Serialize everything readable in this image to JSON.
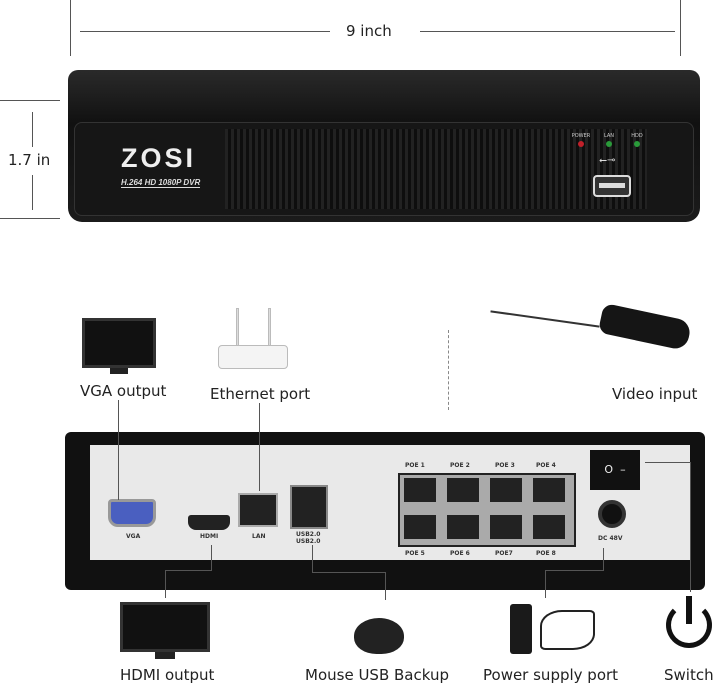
{
  "dimensions": {
    "width": "9 inch",
    "height": "1.7 in"
  },
  "front_panel": {
    "brand": "ZOSI",
    "model": "H.264 HD 1080P DVR",
    "leds": [
      "POWER",
      "LAN",
      "HDD"
    ],
    "led_colors": [
      "#c0202a",
      "#2a9a3a",
      "#2a9a3a"
    ],
    "usb_icon": "usb-icon"
  },
  "rear_panel": {
    "vga": "VGA",
    "hdmi": "HDMI",
    "lan": "LAN",
    "usb": [
      "USB2.0",
      "USB2.0"
    ],
    "poe_top": [
      "POE 1",
      "POE 2",
      "POE 3",
      "POE 4"
    ],
    "poe_bottom": [
      "POE 5",
      "POE 6",
      "POE7",
      "POE 8"
    ],
    "dc": "DC 48V",
    "switch_symbols": [
      "O",
      "–"
    ]
  },
  "labels": {
    "vga_output": "VGA output",
    "ethernet_port": "Ethernet port",
    "video_input": "Video input",
    "hdmi_output": "HDMI output",
    "mouse_usb": "Mouse USB Backup",
    "power_supply": "Power supply port",
    "switch": "Switch"
  }
}
